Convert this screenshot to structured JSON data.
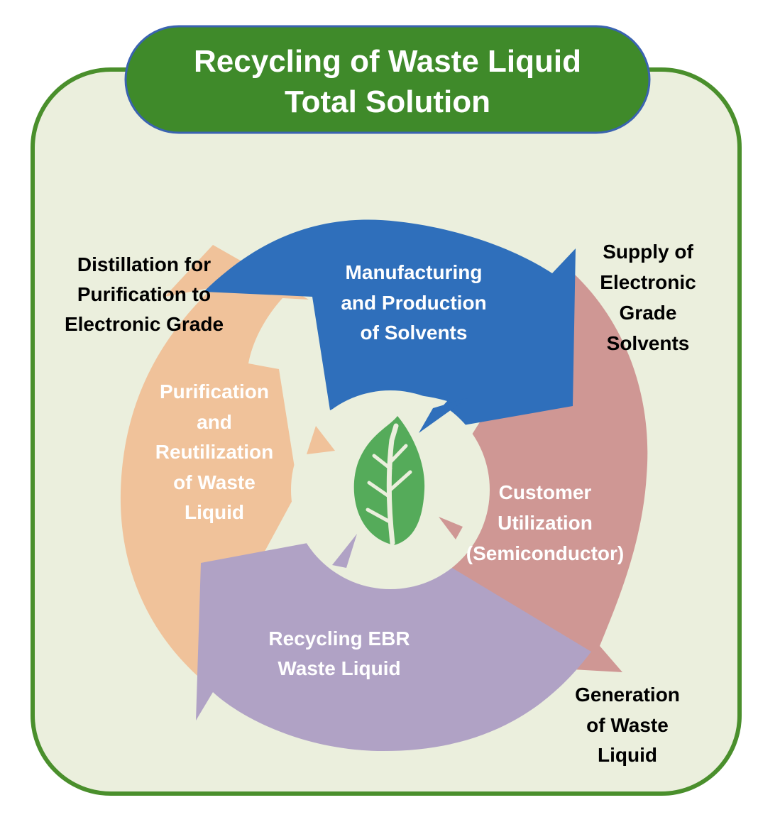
{
  "colors": {
    "frame_fill": "#ebefdd",
    "frame_stroke": "#4a8f2c",
    "title_fill": "#3f8a2a",
    "title_stroke": "#3a63b0",
    "inner_circle": "#ebefdd",
    "manufacturing": "#2f6fbb",
    "customer": "#cf9794",
    "recycling": "#b0a2c5",
    "purification": "#f0c29a",
    "leaf": "#55ab5a",
    "leaf_vein": "#ebefdd"
  },
  "icons": {
    "center": "leaf-icon"
  },
  "title": {
    "line1": "Recycling of Waste Liquid",
    "line2": "Total Solution"
  },
  "cycle": {
    "manufacturing": [
      "Manufacturing",
      "and Production",
      "of Solvents"
    ],
    "customer": [
      "Customer",
      "Utilization",
      "(Semiconductor)"
    ],
    "recycling": [
      "Recycling EBR",
      "Waste Liquid"
    ],
    "purification": [
      "Purification",
      "and",
      "Reutilization",
      "of Waste",
      "Liquid"
    ]
  },
  "outer_labels": {
    "distillation": [
      "Distillation for",
      "Purification to",
      "Electronic Grade"
    ],
    "supply": [
      "Supply of",
      "Electronic",
      "Grade",
      "Solvents"
    ],
    "generation": [
      "Generation",
      "of Waste",
      "Liquid"
    ]
  }
}
